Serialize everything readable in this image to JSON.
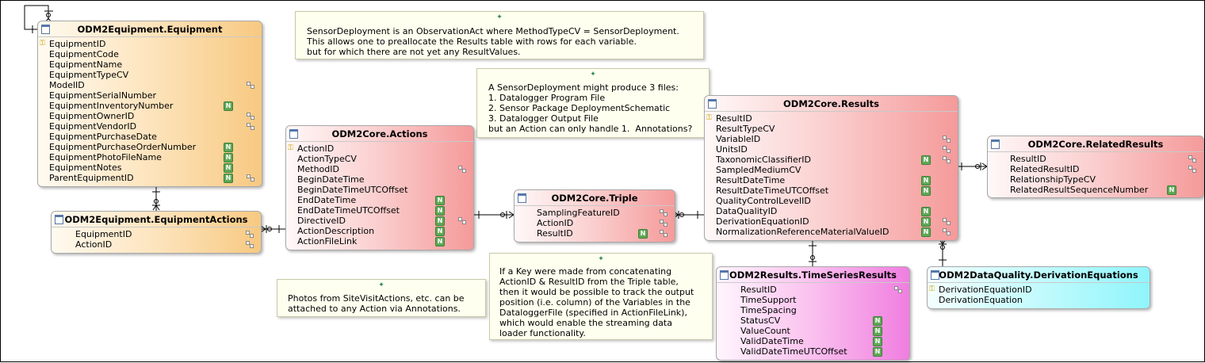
{
  "tables": {
    "equipment": {
      "title": "ODM2Equipment.Equipment",
      "columns": [
        {
          "name": "EquipmentID",
          "pk": true
        },
        {
          "name": "EquipmentCode"
        },
        {
          "name": "EquipmentName"
        },
        {
          "name": "EquipmentTypeCV"
        },
        {
          "name": "ModelID",
          "fk": true
        },
        {
          "name": "EquipmentSerialNumber"
        },
        {
          "name": "EquipmentInventoryNumber",
          "nullable": true
        },
        {
          "name": "EquipmentOwnerID",
          "fk": true
        },
        {
          "name": "EquipmentVendorID",
          "fk": true
        },
        {
          "name": "EquipmentPurchaseDate"
        },
        {
          "name": "EquipmentPurchaseOrderNumber",
          "nullable": true
        },
        {
          "name": "EquipmentPhotoFileName",
          "nullable": true
        },
        {
          "name": "EquipmentNotes",
          "nullable": true
        },
        {
          "name": "ParentEquipmentID",
          "fk": true,
          "nullable": true
        }
      ]
    },
    "equipment_actions": {
      "title": "ODM2Equipment.EquipmentActions",
      "columns": [
        {
          "name": "EquipmentID",
          "fk": true
        },
        {
          "name": "ActionID",
          "fk": true
        }
      ]
    },
    "actions": {
      "title": "ODM2Core.Actions",
      "columns": [
        {
          "name": "ActionID",
          "pk": true
        },
        {
          "name": "ActionTypeCV"
        },
        {
          "name": "MethodID",
          "fk": true
        },
        {
          "name": "BeginDateTime"
        },
        {
          "name": "BeginDateTimeUTCOffset"
        },
        {
          "name": "EndDateTime",
          "nullable": true
        },
        {
          "name": "EndDateTimeUTCOffset",
          "nullable": true
        },
        {
          "name": "DirectiveID",
          "fk": true,
          "nullable": true
        },
        {
          "name": "ActionDescription",
          "nullable": true
        },
        {
          "name": "ActionFileLink",
          "nullable": true
        }
      ]
    },
    "triple": {
      "title": "ODM2Core.Triple",
      "columns": [
        {
          "name": "SamplingFeatureID",
          "fk": true
        },
        {
          "name": "ActionID",
          "fk": true
        },
        {
          "name": "ResultID",
          "fk": true,
          "nullable": true
        }
      ]
    },
    "results": {
      "title": "ODM2Core.Results",
      "columns": [
        {
          "name": "ResultID",
          "pk": true
        },
        {
          "name": "ResultTypeCV"
        },
        {
          "name": "VariableID",
          "fk": true
        },
        {
          "name": "UnitsID",
          "fk": true
        },
        {
          "name": "TaxonomicClassifierID",
          "fk": true,
          "nullable": true
        },
        {
          "name": "SampledMediumCV"
        },
        {
          "name": "ResultDateTime",
          "nullable": true
        },
        {
          "name": "ResultDateTimeUTCOffset",
          "nullable": true
        },
        {
          "name": "QualityControlLevelID"
        },
        {
          "name": "DataQualityID",
          "nullable": true
        },
        {
          "name": "DerivationEquationID",
          "fk": true,
          "nullable": true
        },
        {
          "name": "NormalizationReferenceMaterialValueID",
          "fk": true,
          "nullable": true
        }
      ]
    },
    "related_results": {
      "title": "ODM2Core.RelatedResults",
      "columns": [
        {
          "name": "ResultID",
          "fk": true
        },
        {
          "name": "RelatedResultID",
          "fk": true
        },
        {
          "name": "RelationshipTypeCV"
        },
        {
          "name": "RelatedResultSequenceNumber",
          "nullable": true
        }
      ]
    },
    "timeseries_results": {
      "title": "ODM2Results.TimeSeriesResults",
      "columns": [
        {
          "name": "ResultID",
          "fk": true
        },
        {
          "name": "TimeSupport"
        },
        {
          "name": "TimeSpacing"
        },
        {
          "name": "StatusCV",
          "nullable": true
        },
        {
          "name": "ValueCount",
          "nullable": true
        },
        {
          "name": "ValidDateTime",
          "nullable": true
        },
        {
          "name": "ValidDateTimeUTCOffset",
          "nullable": true
        }
      ]
    },
    "derivation_equations": {
      "title": "ODM2DataQuality.DerivationEquations",
      "columns": [
        {
          "name": "DerivationEquationID",
          "pk": true
        },
        {
          "name": "DerivationEquation"
        }
      ]
    }
  },
  "notes": {
    "sensor_deployment": "SensorDeployment is an ObservationAct where MethodTypeCV = SensorDeployment.\nThis allows one to preallocate the Results table with rows for each variable.\nbut for which there are not yet any ResultValues.",
    "three_files": "A SensorDeployment might produce 3 files:\n1. Datalogger Program File\n2. Sensor Package DeploymentSchematic\n3. Datalogger Output File\nbut an Action can only handle 1.  Annotations?",
    "photos": "Photos from SiteVisitActions, etc. can be\nattached to any Action via Annotations.",
    "key_triple": "If a Key were made from concatenating\nActionID & ResultID from the Triple table,\nthen it would be possible to track the output\nposition (i.e. column) of the Variables in the\nDataloggerFile (specified in ActionFileLink),\nwhich would enable the streaming data\nloader functionality."
  },
  "badges": {
    "nullable": "N"
  },
  "colors": {
    "equipment_schema": "#f7c981",
    "core_schema": "#f59a9a",
    "results_schema": "#f07ee0",
    "dataquality_schema": "#8ff5fb",
    "note_background": "#ffffef",
    "relationship_line": "#000000"
  }
}
